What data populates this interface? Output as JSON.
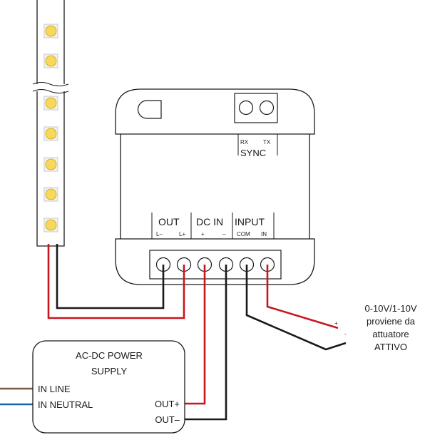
{
  "colors": {
    "line": "#1a1a1a",
    "red_wire": "#c8161d",
    "black_wire": "#1a1a1a",
    "brown_wire": "#7a5a44",
    "blue_wire": "#1e63b0",
    "led": "#f7d85a",
    "led_outline": "#c9a400"
  },
  "controller": {
    "sync_labels": {
      "rx": "RX",
      "tx": "TX",
      "title": "SYNC"
    },
    "groups": {
      "out": {
        "title": "OUT",
        "left": "L–",
        "right": "L+"
      },
      "dcin": {
        "title": "DC IN",
        "left": "+",
        "right": "–"
      },
      "input": {
        "title": "INPUT",
        "left": "COM",
        "right": "IN"
      }
    }
  },
  "power_supply": {
    "title_line1": "AC-DC POWER",
    "title_line2": "SUPPLY",
    "in_line": "IN LINE",
    "in_neutral": "IN NEUTRAL",
    "out_plus": "OUT+",
    "out_minus": "OUT–"
  },
  "signal": {
    "plus": "+",
    "minus": "-",
    "line1": "0-10V/1-10V",
    "line2": "proviene da",
    "line3": "attuatore",
    "line4": "ATTIVO"
  }
}
